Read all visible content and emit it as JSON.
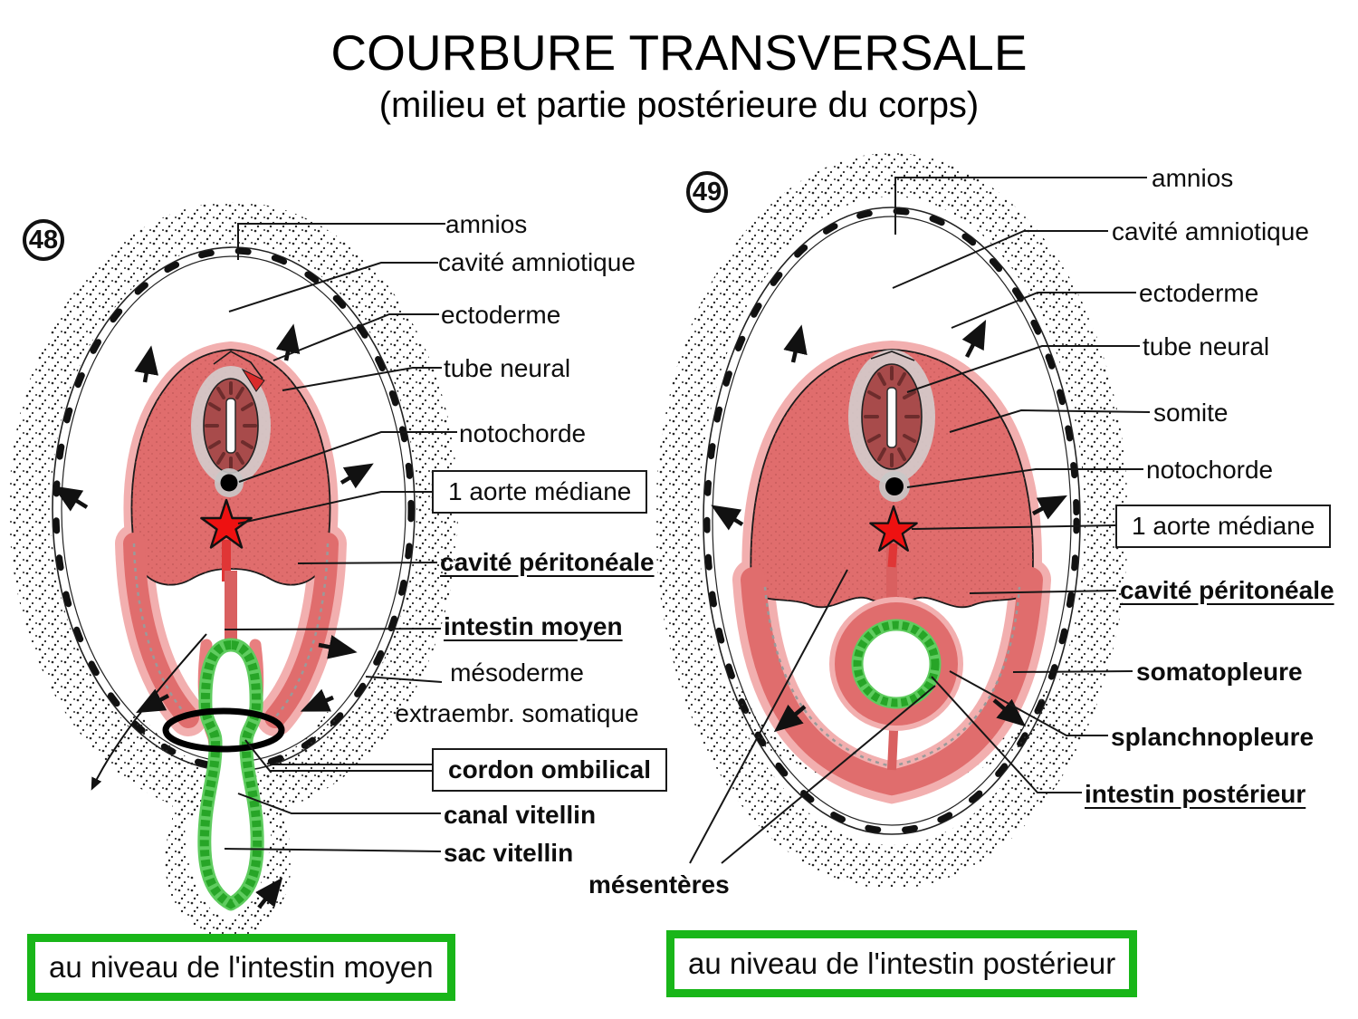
{
  "title": "COURBURE TRANSVERSALE",
  "subtitle": "(milieu et partie postérieure du corps)",
  "colors": {
    "tissue_red": "#e06d6d",
    "halo_pink": "#f2afaf",
    "neural_dark_red": "#a84b4b",
    "gut_green": "#27a527",
    "gut_green_light": "#5fcc5f",
    "star_red": "#ee1111",
    "caption_box_green": "#19b619",
    "line_black": "#161616"
  },
  "figures": {
    "left": {
      "number": "48",
      "caption": "au niveau de l'intestin moyen",
      "labels": {
        "amnios": "amnios",
        "cavite_amniotique": "cavité amniotique",
        "ectoderme": "ectoderme",
        "tube_neural": "tube neural",
        "notochorde": "notochorde",
        "aorte_mediane": "1 aorte médiane",
        "cavite_peritoneale": "cavité péritonéale",
        "intestin_moyen": "intestin moyen",
        "mesoderme_l1": "mésoderme",
        "mesoderme_l2": "extraembr. somatique",
        "cordon_ombilical": "cordon ombilical",
        "canal_vitellin": "canal vitellin",
        "sac_vitellin": "sac vitellin"
      }
    },
    "right": {
      "number": "49",
      "caption": "au niveau de l'intestin postérieur",
      "labels": {
        "amnios": "amnios",
        "cavite_amniotique": "cavité amniotique",
        "ectoderme": "ectoderme",
        "tube_neural": "tube neural",
        "somite": "somite",
        "notochorde": "notochorde",
        "aorte_mediane": "1 aorte médiane",
        "cavite_peritoneale": "cavité péritonéale",
        "somatopleure": "somatopleure",
        "splanchnopleure": "splanchnopleure",
        "intestin_posterieur": "intestin postérieur",
        "mesenteres": "mésentères"
      }
    }
  }
}
